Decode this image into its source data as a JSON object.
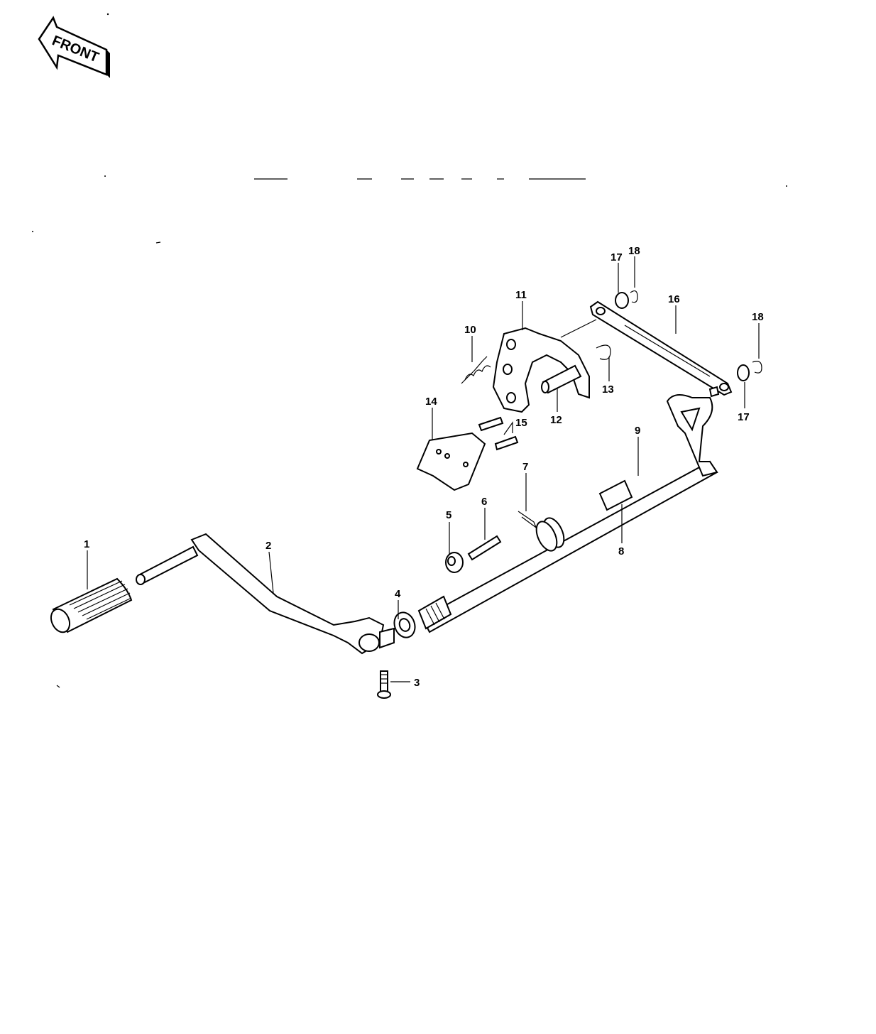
{
  "front_arrow": {
    "label": "FRONT"
  },
  "callouts": [
    {
      "id": "1",
      "text": "1"
    },
    {
      "id": "2",
      "text": "2"
    },
    {
      "id": "3",
      "text": "3"
    },
    {
      "id": "4",
      "text": "4"
    },
    {
      "id": "5",
      "text": "5"
    },
    {
      "id": "6",
      "text": "6"
    },
    {
      "id": "7",
      "text": "7"
    },
    {
      "id": "8",
      "text": "8"
    },
    {
      "id": "9",
      "text": "9"
    },
    {
      "id": "10",
      "text": "10"
    },
    {
      "id": "11",
      "text": "11"
    },
    {
      "id": "12",
      "text": "12"
    },
    {
      "id": "13",
      "text": "13"
    },
    {
      "id": "14",
      "text": "14"
    },
    {
      "id": "15",
      "text": "15"
    },
    {
      "id": "16",
      "text": "16"
    },
    {
      "id": "17a",
      "text": "17"
    },
    {
      "id": "17b",
      "text": "17"
    },
    {
      "id": "18a",
      "text": "18"
    },
    {
      "id": "18b",
      "text": "18"
    }
  ]
}
